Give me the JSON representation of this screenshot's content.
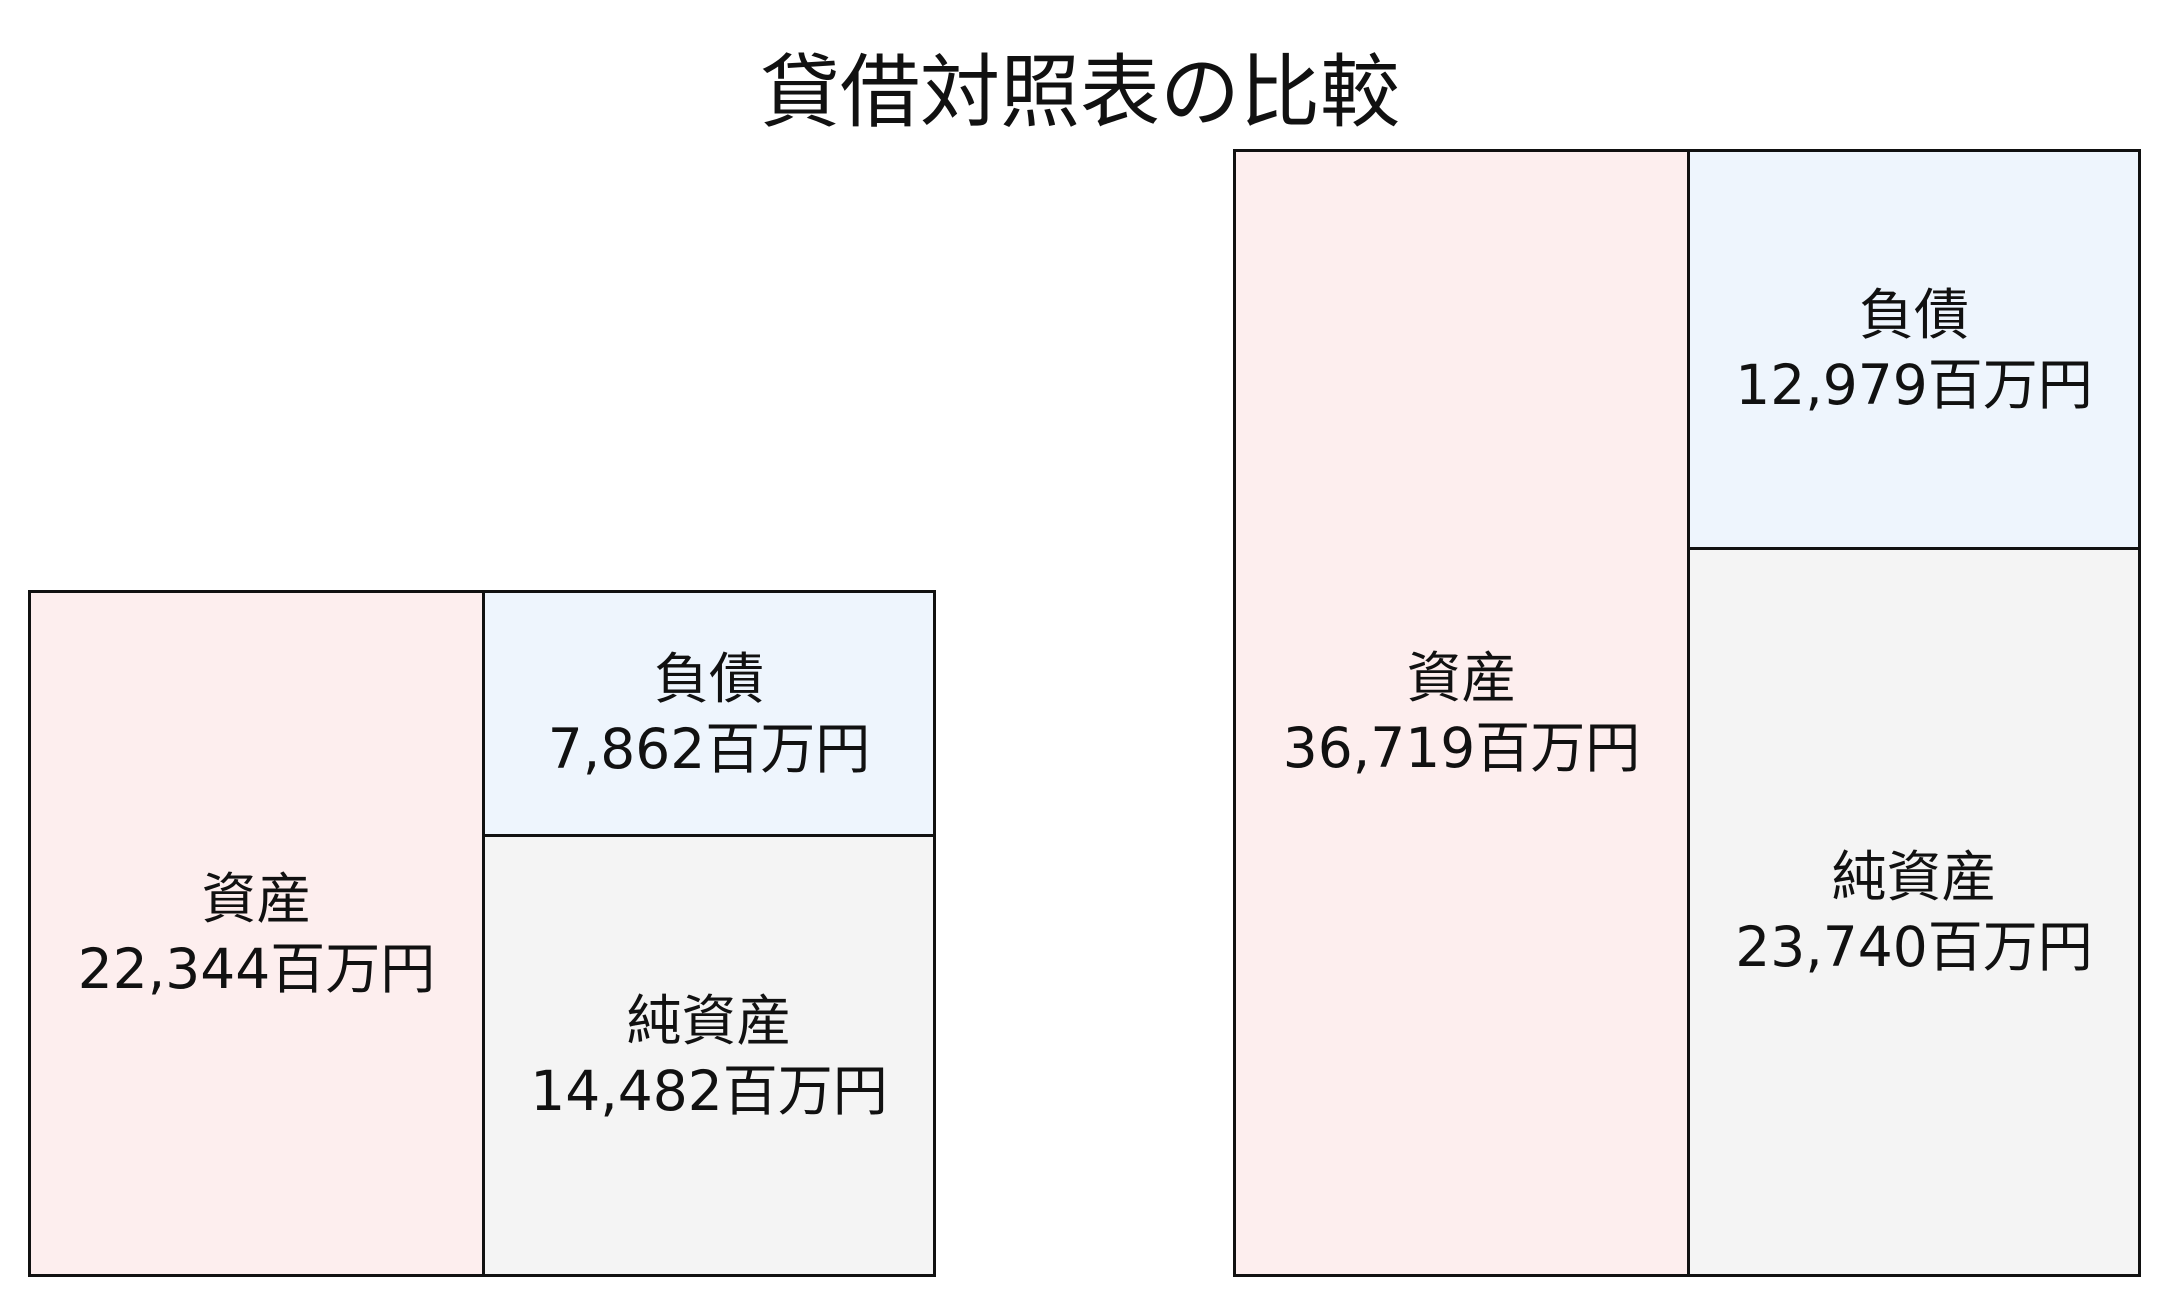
{
  "title": "貸借対照表の比較",
  "sheets": [
    {
      "assets": {
        "label": "資産",
        "value": "22,344百万円",
        "amount": 22344
      },
      "liabilities": {
        "label": "負債",
        "value": "7,862百万円",
        "amount": 7862
      },
      "net_assets": {
        "label": "純資産",
        "value": "14,482百万円",
        "amount": 14482
      }
    },
    {
      "assets": {
        "label": "資産",
        "value": "36,719百万円",
        "amount": 36719
      },
      "liabilities": {
        "label": "負債",
        "value": "12,979百万円",
        "amount": 12979
      },
      "net_assets": {
        "label": "純資産",
        "value": "23,740百万円",
        "amount": 23740
      }
    }
  ],
  "colors": {
    "assets": "#fdeeee",
    "liabilities": "#eef5fd",
    "net_assets": "#f4f4f4",
    "border": "#111111"
  }
}
